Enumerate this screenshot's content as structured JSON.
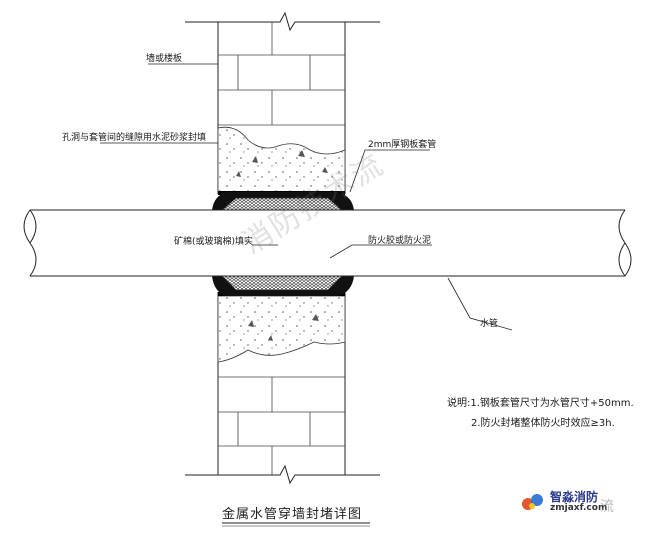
{
  "labels": {
    "wall": "墙或楼板",
    "gap_fill": "孔洞与套管间的缝隙用水泥砂浆封填",
    "sleeve": "2mm厚钢板套管",
    "mineral_wool": "矿棉(或玻璃棉)填实",
    "fire_sealant": "防火胶或防火泥",
    "water_pipe": "水管"
  },
  "notes": {
    "line1": "说明:1.钢板套管尺寸为水管尺寸+50mm.",
    "line2": "2.防火封堵整体防火时效应≥3h."
  },
  "title": "金属水管穿墙封堵详图",
  "watermark": "消防技术流",
  "brand": {
    "name": "智淼消防",
    "url": "zmjaxf.com",
    "suffix": "流"
  }
}
